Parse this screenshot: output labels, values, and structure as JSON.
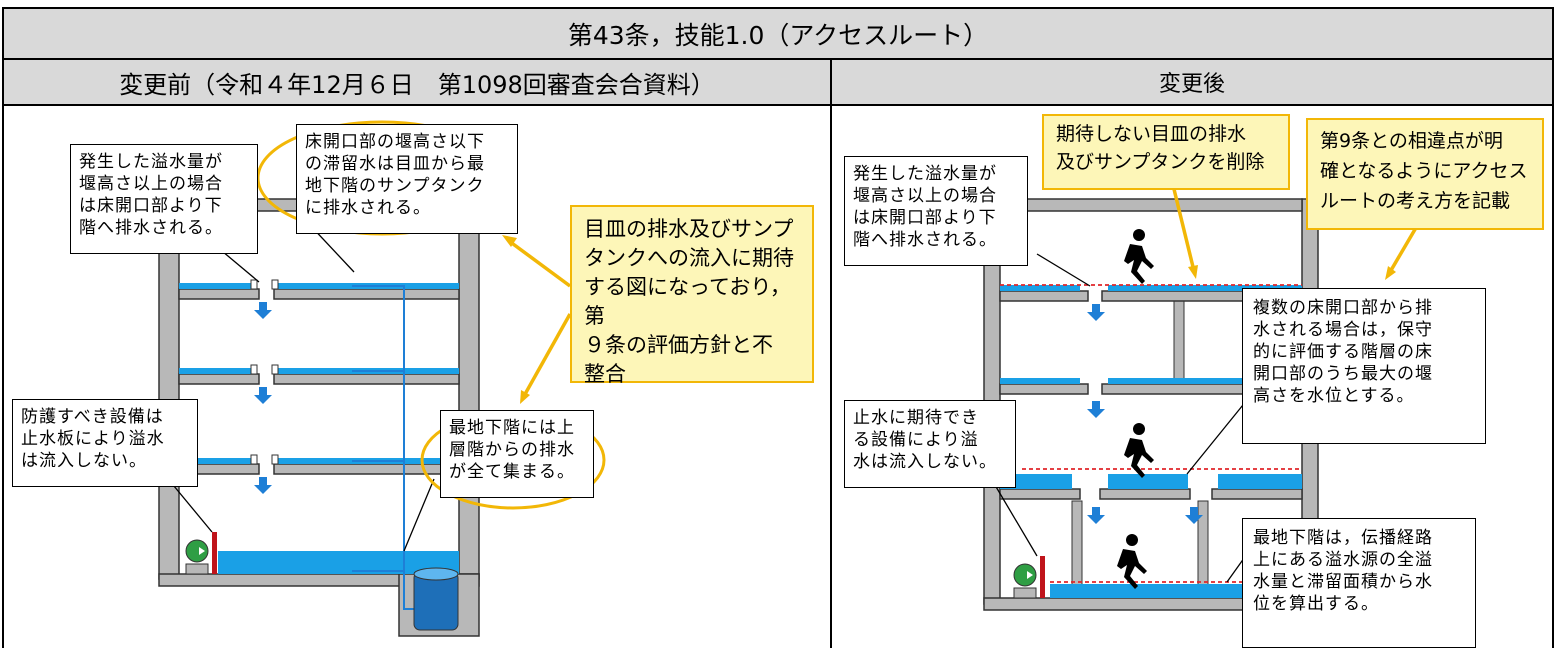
{
  "title": "第43条，技能1.0（アクセスルート）",
  "before": {
    "header": "変更前（令和４年12月６日　第1098回審査会合資料）",
    "callout_overflow": "発生した溢水量が\n堰高さ以上の場合\nは床開口部より下\n階へ排水される。",
    "callout_drain": "床開口部の堰高さ以下\nの滞留水は目皿から最\n地下階のサンプタンク\nに排水される。",
    "callout_protect": "防護すべき設備は\n止水板により溢水\nは流入しない。",
    "callout_bottom": "最地下階には上\n層階からの排水\nが全て集まる。",
    "note": "目皿の排水及びサンプ\nタンクへの流入に期待\nする図になっており，第\n９条の評価方針と不\n整合"
  },
  "after": {
    "header": "変更後",
    "note_remove": "期待しない目皿の排水\n及びサンプタンクを削除",
    "note_diff": "第9条との相違点が明\n確となるようにアクセス\nルートの考え方を記載",
    "callout_overflow": "発生した溢水量が\n堰高さ以上の場合\nは床開口部より下\n階へ排水される。",
    "callout_multi": "複数の床開口部から排\n水される場合は，保守\n的に評価する階層の床\n開口部のうち最大の堰\n高さを水位とする。",
    "callout_stop": "止水に期待でき\nる設備により溢\n水は流入しない。",
    "callout_bottom": "最地下階は，伝播経路\n上にある溢水源の全溢\n水量と滞留面積から水\n位を算出する。"
  },
  "colors": {
    "water": "#1aa0e6",
    "concrete": "#b8b8b8",
    "note_border": "#f2b707",
    "note_fill": "#fdf6b8",
    "arrow": "#1e7fd6",
    "dashed": "#e0262a"
  }
}
